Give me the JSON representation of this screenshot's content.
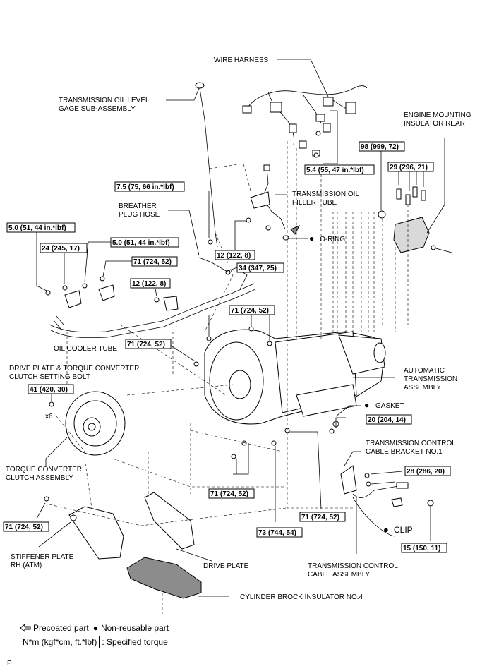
{
  "labels": {
    "wire_harness": "WIRE HARNESS",
    "oil_level_gage_1": "TRANSMISSION OIL LEVEL",
    "oil_level_gage_2": "GAGE SUB-ASSEMBLY",
    "engine_mount_1": "ENGINE MOUNTING",
    "engine_mount_2": "INSULATOR REAR",
    "oil_filler_1": "TRANSMISSION OIL",
    "oil_filler_2": "FILLER TUBE",
    "breather_1": "BREATHER",
    "breather_2": "PLUG HOSE",
    "o_ring": "O-RING",
    "oil_cooler_tube": "OIL COOLER TUBE",
    "drive_plate_bolt_1": "DRIVE PLATE & TORQUE CONVERTER",
    "drive_plate_bolt_2": "CLUTCH SETTING BOLT",
    "x6": "x6",
    "auto_trans_1": "AUTOMATIC",
    "auto_trans_2": "TRANSMISSION",
    "auto_trans_3": "ASSEMBLY",
    "gasket": "GASKET",
    "torque_converter_1": "TORQUE CONVERTER",
    "torque_converter_2": "CLUTCH ASSEMBLY",
    "cable_bracket_1": "TRANSMISSION CONTROL",
    "cable_bracket_2": "CABLE BRACKET NO.1",
    "clip": "CLIP",
    "stiffener_1": "STIFFENER PLATE",
    "stiffener_2": "RH (ATM)",
    "drive_plate": "DRIVE PLATE",
    "control_cable_1": "TRANSMISSION CONTROL",
    "control_cable_2": "CABLE ASSEMBLY",
    "insulator": "CYLINDER BROCK INSULATOR NO.4"
  },
  "torques": {
    "t_5_4": "5.4 (55, 47 in.*lbf)",
    "t_98": "98 (999, 72)",
    "t_29": "29 (296, 21)",
    "t_7_5": "7.5 (75, 66 in.*lbf)",
    "t_5_0_a": "5.0 (51, 44 in.*lbf)",
    "t_24": "24 (245, 17)",
    "t_5_0_b": "5.0 (51, 44 in.*lbf)",
    "t_71_a": "71 (724, 52)",
    "t_12_a": "12 (122, 8)",
    "t_34": "34 (347, 25)",
    "t_12_b": "12 (122, 8)",
    "t_71_b": "71 (724, 52)",
    "t_71_c": "71 (724, 52)",
    "t_41": "41 (420, 30)",
    "t_20": "20 (204, 14)",
    "t_28": "28 (286, 20)",
    "t_71_d": "71 (724, 52)",
    "t_71_e": "71 (724, 52)",
    "t_73": "73 (744, 54)",
    "t_71_f": "71 (724, 52)",
    "t_15": "15 (150, 11)"
  },
  "legend": {
    "precoated": "Precoated part",
    "non_reusable": "Non-reusable part",
    "torque_unit": "N*m (kgf*cm, ft.*lbf)",
    "specified": ": Specified torque"
  },
  "symbols": {
    "bullet": "●"
  },
  "page_letter": "P"
}
